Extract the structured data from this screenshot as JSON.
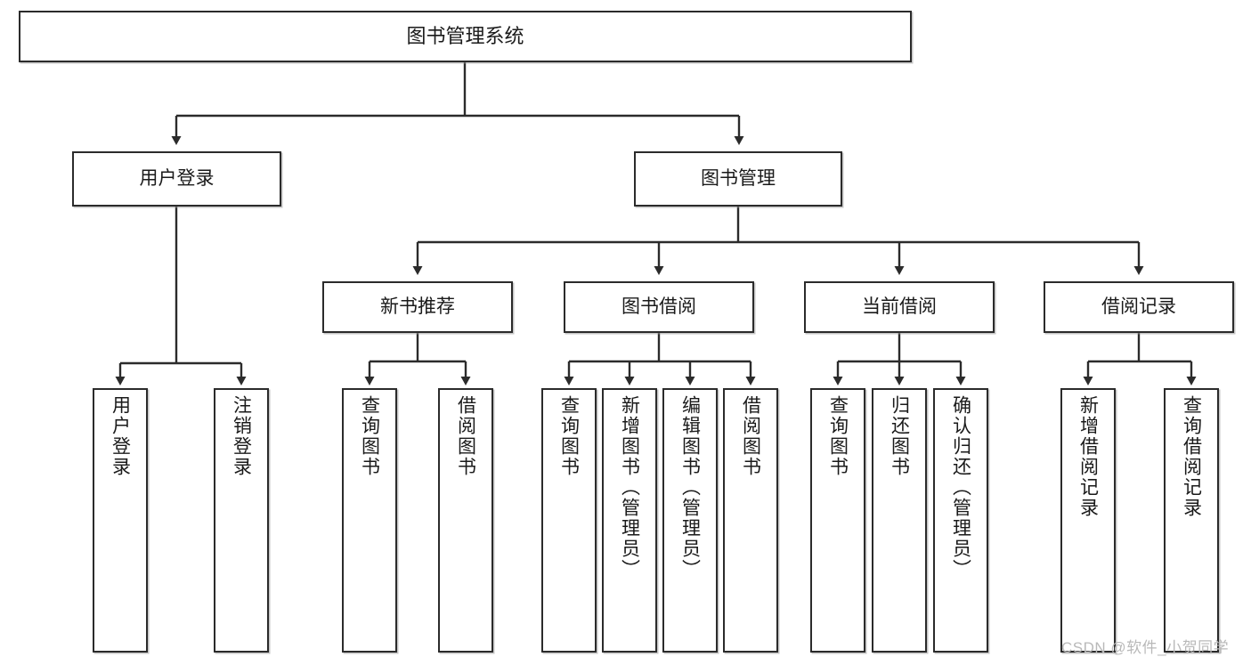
{
  "diagram": {
    "title": "图书管理系统",
    "type": "tree-hierarchy",
    "orientation": "top-down",
    "colors": {
      "box_border": "#2b2b2b",
      "box_fill": "#ffffff",
      "connector": "#2b2b2b",
      "text": "#1a1a1a",
      "watermark": "#b9b9b9",
      "background": "#ffffff"
    }
  },
  "nodes": {
    "root": {
      "label": "图书管理系统"
    },
    "level2": [
      {
        "label": "用户登录"
      },
      {
        "label": "图书管理"
      }
    ],
    "level3": [
      {
        "label": "新书推荐"
      },
      {
        "label": "图书借阅"
      },
      {
        "label": "当前借阅"
      },
      {
        "label": "借阅记录"
      }
    ],
    "leaves": {
      "user_login": [
        {
          "label": "用户登录"
        },
        {
          "label": "注销登录"
        }
      ],
      "new_book_recommend": [
        {
          "label": "查询图书"
        },
        {
          "label": "借阅图书"
        }
      ],
      "book_borrow": [
        {
          "label": "查询图书"
        },
        {
          "label": "新增图书（管理员）"
        },
        {
          "label": "编辑图书（管理员）"
        },
        {
          "label": "借阅图书"
        }
      ],
      "current_borrow": [
        {
          "label": "查询图书"
        },
        {
          "label": "归还图书"
        },
        {
          "label": "确认归还（管理员）"
        }
      ],
      "borrow_records": [
        {
          "label": "新增借阅记录"
        },
        {
          "label": "查询借阅记录"
        }
      ]
    }
  },
  "watermark": {
    "text": "CSDN @软件_小贺同学"
  }
}
